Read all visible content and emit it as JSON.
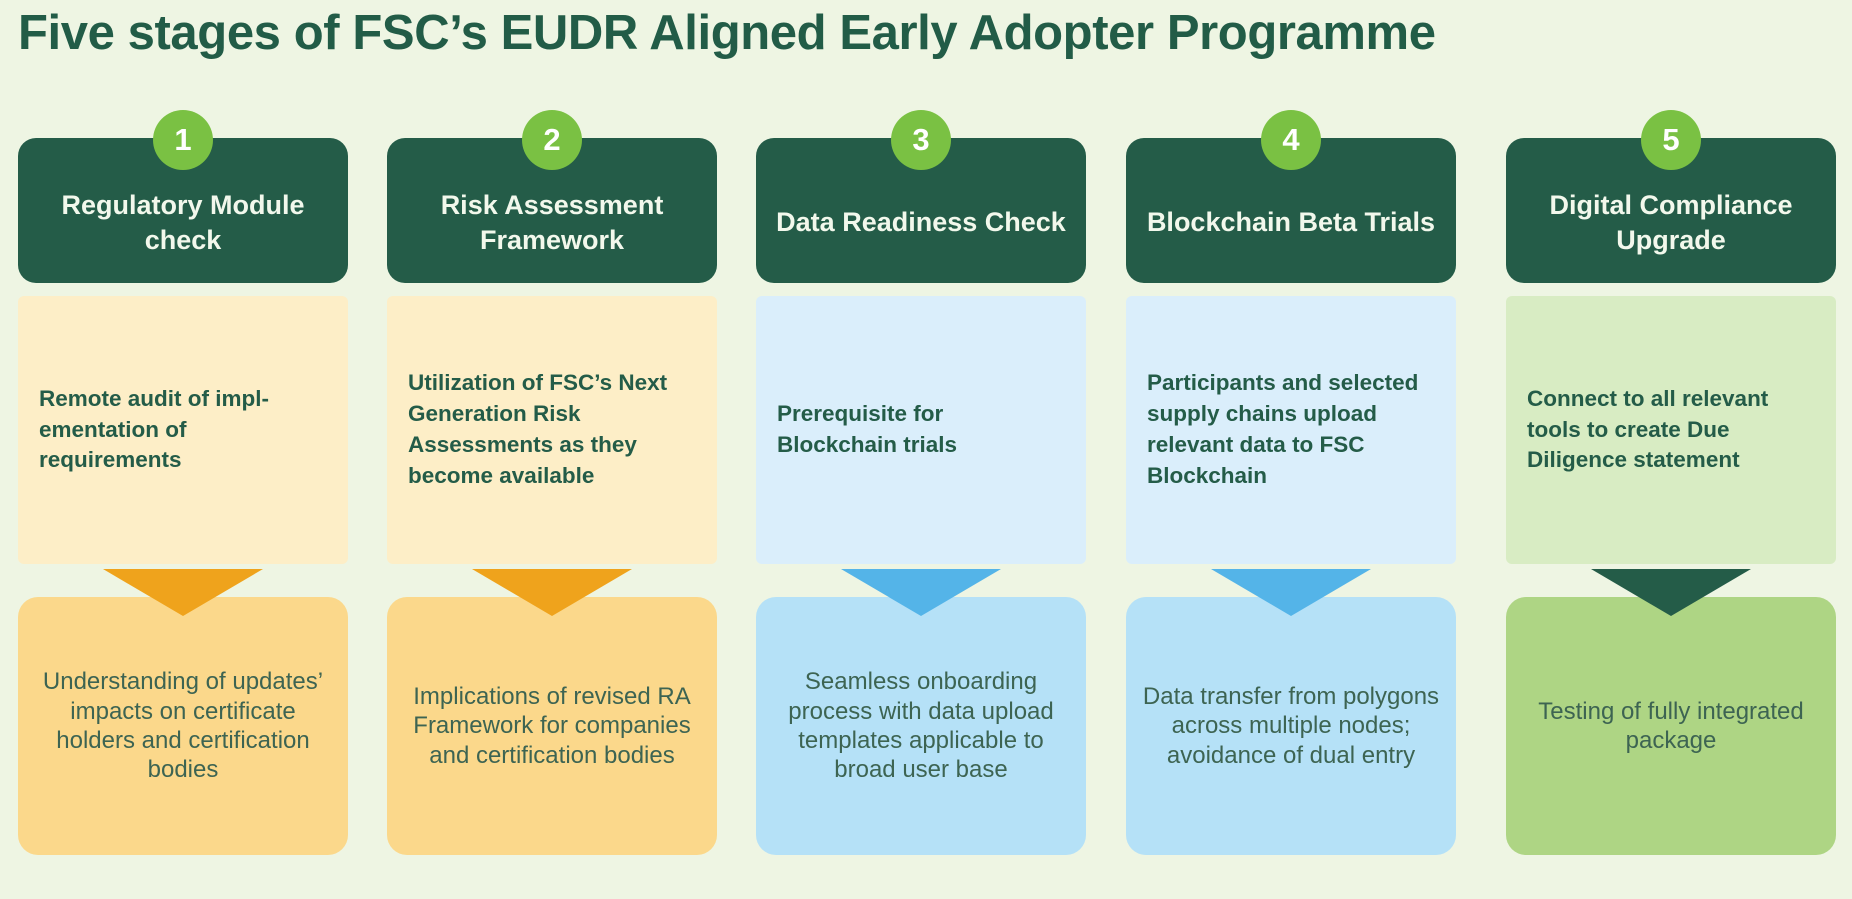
{
  "title": "Five stages of FSC’s EUDR Aligned Early Adopter Programme",
  "theme": {
    "background": "#eef5e3",
    "dark_green": "#245c48",
    "badge_green": "#7ac143",
    "cream": "#fdeec7",
    "light_blue": "#daeefb",
    "light_green": "#d8ecc3",
    "orange_arrow": "#efa31c",
    "blue_arrow": "#54b4e8",
    "dark_arrow": "#245c48",
    "orange_card": "#fbd88b",
    "blue_card": "#b5e1f7",
    "green_card": "#aed584"
  },
  "stages": [
    {
      "number": "1",
      "header": "Regulatory Module check",
      "detail": "Remote audit of impl-ementation of requirements",
      "outcome": "Understanding of updates’ impacts on certificate holders and certification bodies",
      "detail_tone": "cream",
      "arrow_tone": "orange",
      "outcome_tone": "orange"
    },
    {
      "number": "2",
      "header": "Risk Assessment Framework",
      "detail": "Utilization of  FSC’s Next Generation Risk Assessments as they become available",
      "outcome": "Implications of revised RA Framework for companies and certification bodies",
      "detail_tone": "cream",
      "arrow_tone": "orange",
      "outcome_tone": "orange"
    },
    {
      "number": "3",
      "header": "Data Readiness Check",
      "detail": "Prerequisite for Blockchain trials",
      "outcome": "Seamless onboarding process with data upload templates applicable to broad user base",
      "detail_tone": "blue",
      "arrow_tone": "blue",
      "outcome_tone": "blue"
    },
    {
      "number": "4",
      "header": "Blockchain Beta Trials",
      "detail": "Participants and selected supply chains upload relevant data to FSC Blockchain",
      "outcome": "Data transfer from polygons across multiple nodes; avoidance of dual entry",
      "detail_tone": "blue",
      "arrow_tone": "blue",
      "outcome_tone": "blue"
    },
    {
      "number": "5",
      "header": "Digital Compliance Upgrade",
      "detail": "Connect to all relevant tools to create Due Diligence statement",
      "outcome": "Testing of fully integrated package",
      "detail_tone": "green",
      "arrow_tone": "dark",
      "outcome_tone": "green"
    }
  ]
}
